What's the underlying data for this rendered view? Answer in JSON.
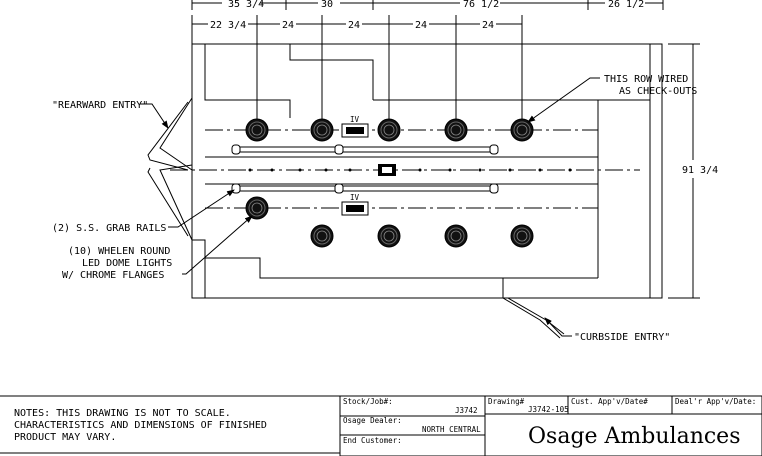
{
  "dimensions": {
    "top": [
      "35 3/4",
      "30",
      "76 1/2",
      "26 1/2"
    ],
    "second": [
      "22 3/4",
      "24",
      "24",
      "24",
      "24"
    ],
    "side": "91 3/4"
  },
  "callouts": {
    "rearward_entry": "\"REARWARD ENTRY\"",
    "row_wired_line1": "THIS ROW WIRED",
    "row_wired_line2": "AS CHECK-OUTS",
    "grab_rails": "(2) S.S. GRAB RAILS",
    "lights_line1": "(10) WHELEN ROUND",
    "lights_line2": "LED DOME LIGHTS",
    "lights_line3": "W/ CHROME FLANGES",
    "curbside_entry": "\"CURBSIDE ENTRY\"",
    "iv_label": "IV"
  },
  "notes": {
    "line1": "NOTES:  THIS DRAWING IS NOT TO SCALE.",
    "line2": "CHARACTERISTICS AND DIMENSIONS OF FINISHED",
    "line3": "PRODUCT MAY VARY."
  },
  "title_block": {
    "stock_label": "Stock/Job#:",
    "stock_value": "J3742",
    "dealer_label": "Osage Dealer:",
    "dealer_value": "NORTH CENTRAL",
    "customer_label": "End Customer:",
    "drawing_label": "Drawing#",
    "drawing_value": "J3742-105",
    "cust_appv_label": "Cust. App'v/Date#",
    "dealer_appv_label": "Deal'r App'v/Date:",
    "company": "Osage Ambulances"
  }
}
